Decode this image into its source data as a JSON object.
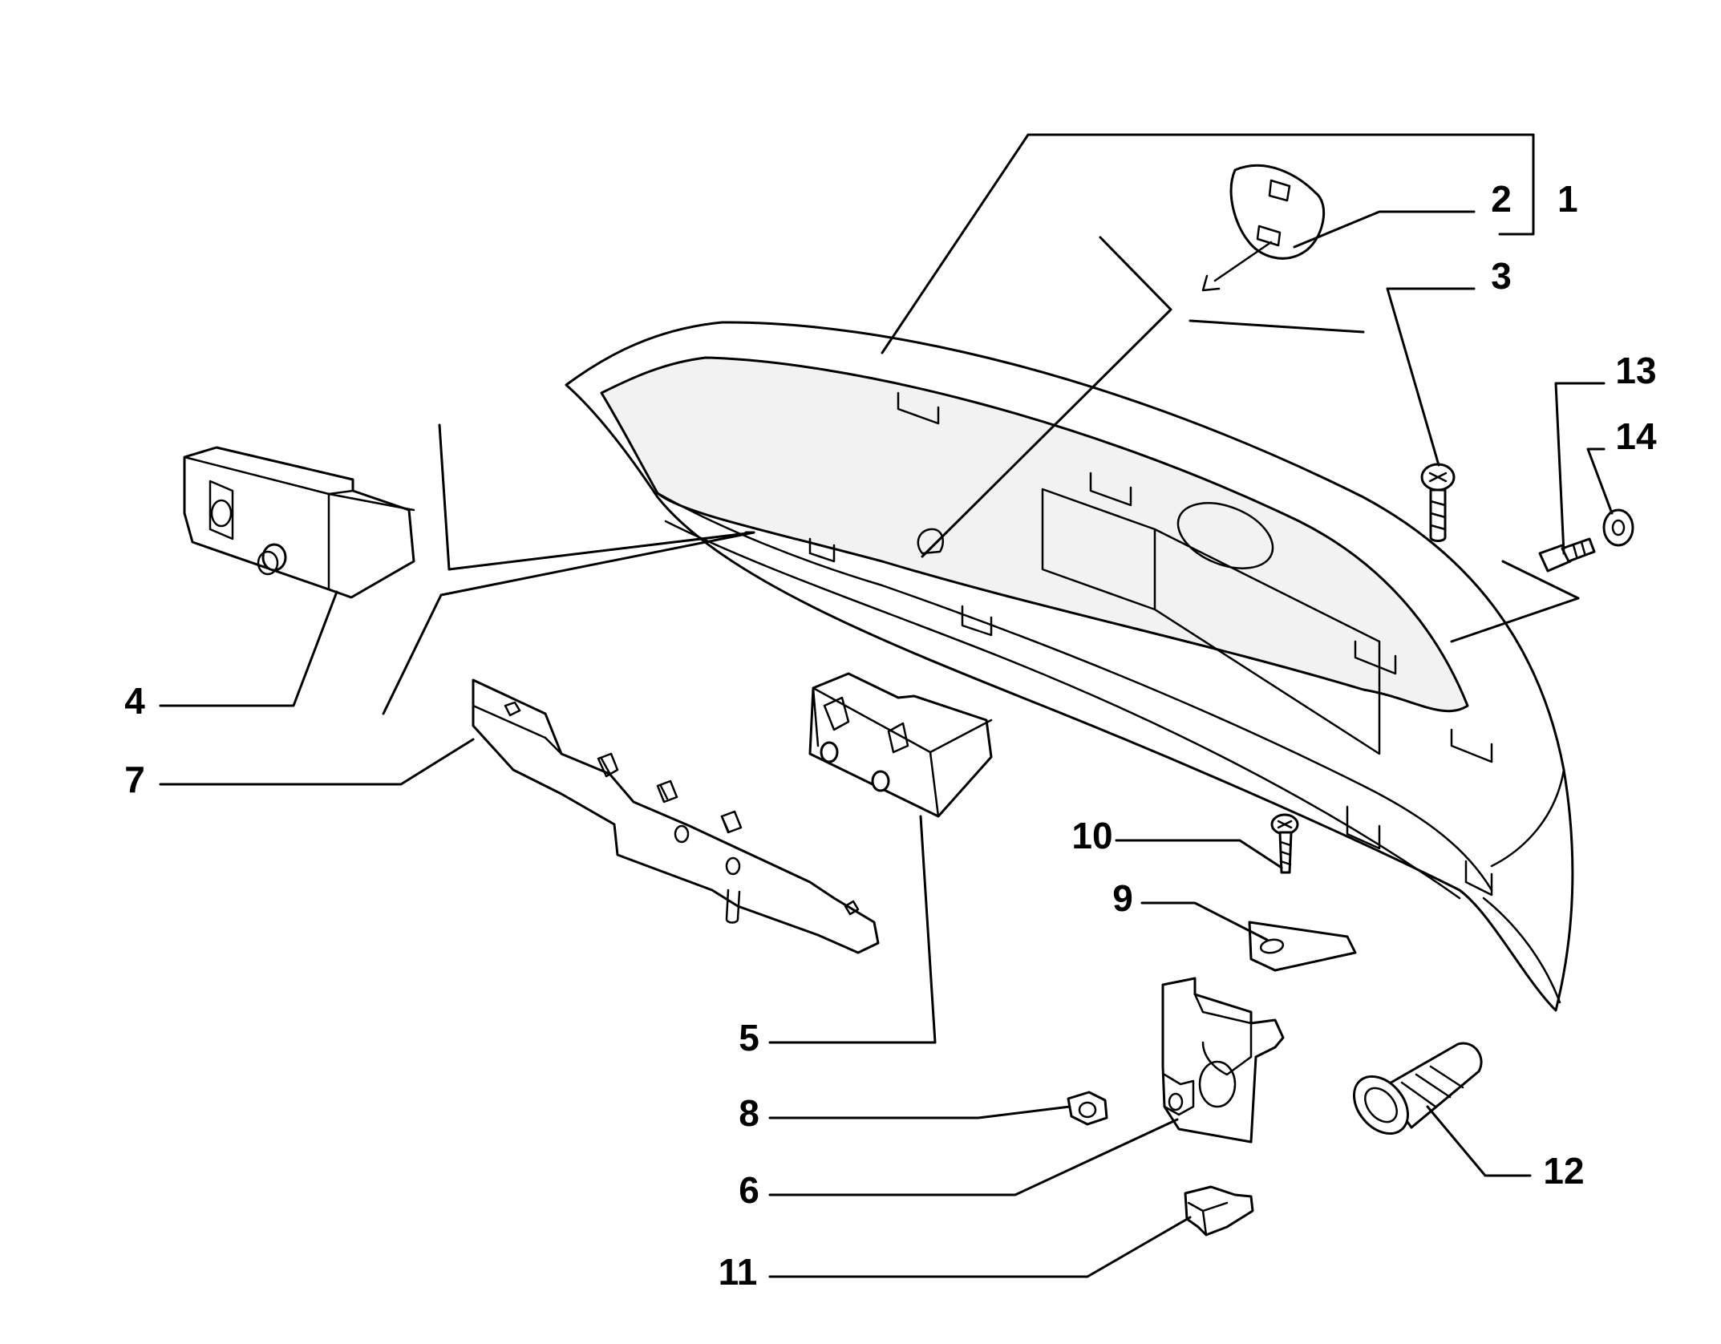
{
  "callouts": {
    "c1": "1",
    "c2": "2",
    "c3": "3",
    "c4": "4",
    "c5": "5",
    "c6": "6",
    "c7": "7",
    "c8": "8",
    "c9": "9",
    "c10": "10",
    "c11": "11",
    "c12": "12",
    "c13": "13",
    "c14": "14"
  },
  "colors": {
    "line": "#000000",
    "background": "#ffffff",
    "part_shade": "#f2f2f2"
  }
}
